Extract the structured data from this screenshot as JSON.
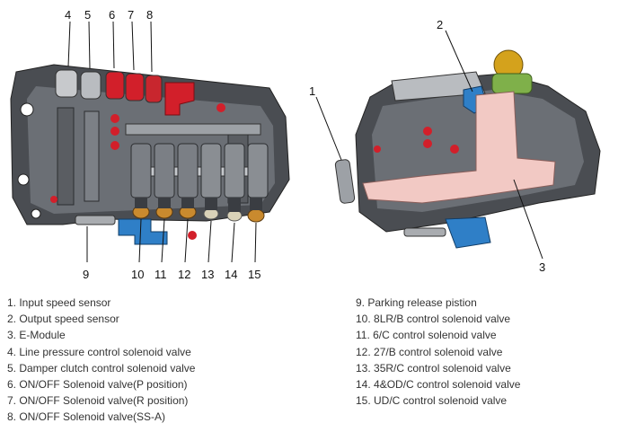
{
  "callouts": {
    "c1": "1",
    "c2": "2",
    "c3": "3",
    "c4": "4",
    "c5": "5",
    "c6": "6",
    "c7": "7",
    "c8": "8",
    "c9": "9",
    "c10": "10",
    "c11": "11",
    "c12": "12",
    "c13": "13",
    "c14": "14",
    "c15": "15"
  },
  "legend": {
    "left": [
      "1. Input speed sensor",
      "2. Output speed sensor",
      "3. E-Module",
      "4. Line pressure control solenoid valve",
      "5. Damper clutch control solenoid valve",
      "6. ON/OFF Solenoid valve(P position)",
      "7. ON/OFF Solenoid valve(R position)",
      "8. ON/OFF Solenoid valve(SS-A)"
    ],
    "right": [
      "9. Parking release pistion",
      "10. 8LR/B control solenoid valve",
      "11. 6/C control solenoid valve",
      "12. 27/B control solenoid valve",
      "13. 35R/C control solenoid valve",
      "14. 4&OD/C control solenoid valve",
      "15. UD/C control solenoid valve"
    ]
  },
  "colors": {
    "body_dark": "#3a3d42",
    "body_mid": "#6b6f75",
    "body_light": "#b9bcc0",
    "solenoid_gold": "#c98a2e",
    "red_accent": "#d21f2a",
    "blue_accent": "#2f7fc7",
    "emodule_pink": "#f2c9c4",
    "sensor_yellow": "#d4a21c"
  }
}
